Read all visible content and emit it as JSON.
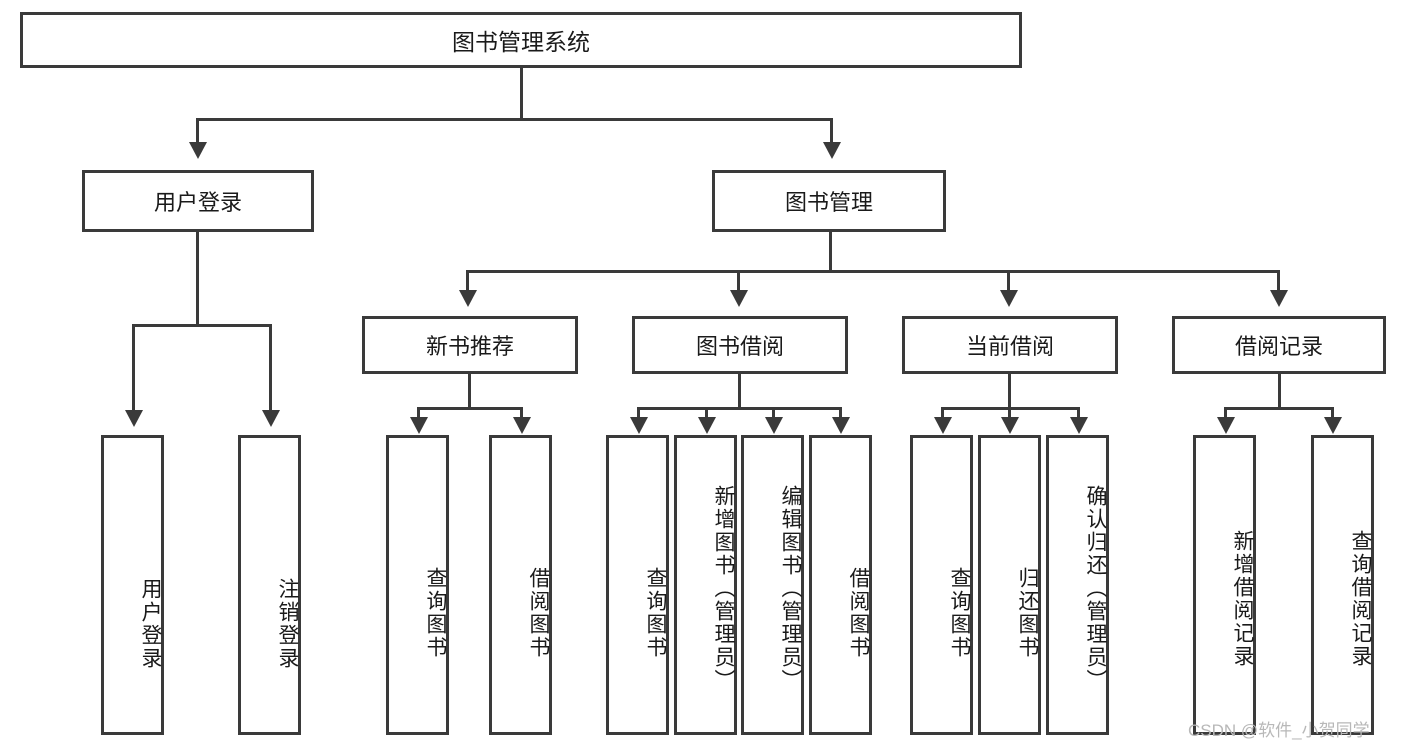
{
  "diagram": {
    "type": "hierarchy-tree",
    "title": "图书管理系统",
    "watermark": "CSDN @软件_小贺同学",
    "colors": {
      "stroke": "#3a3a3a",
      "fill": "#ffffff",
      "text": "#1a1a1a",
      "watermark": "#b8b8b8"
    },
    "levels": {
      "root": {
        "label": "图书管理系统"
      },
      "level2": [
        {
          "label": "用户登录"
        },
        {
          "label": "图书管理"
        }
      ],
      "level3": [
        {
          "label": "新书推荐"
        },
        {
          "label": "图书借阅"
        },
        {
          "label": "当前借阅"
        },
        {
          "label": "借阅记录"
        }
      ],
      "leaves": {
        "user_login": [
          {
            "label": "用户登录"
          },
          {
            "label": "注销登录"
          }
        ],
        "new_book_recommend": [
          {
            "label": "查询图书"
          },
          {
            "label": "借阅图书"
          }
        ],
        "book_borrow": [
          {
            "label": "查询图书"
          },
          {
            "label": "新增图书（管理员）"
          },
          {
            "label": "编辑图书（管理员）"
          },
          {
            "label": "借阅图书"
          }
        ],
        "current_borrow": [
          {
            "label": "查询图书"
          },
          {
            "label": "归还图书"
          },
          {
            "label": "确认归还（管理员）"
          }
        ],
        "borrow_record": [
          {
            "label": "新增借阅记录"
          },
          {
            "label": "查询借阅记录"
          }
        ]
      }
    }
  }
}
